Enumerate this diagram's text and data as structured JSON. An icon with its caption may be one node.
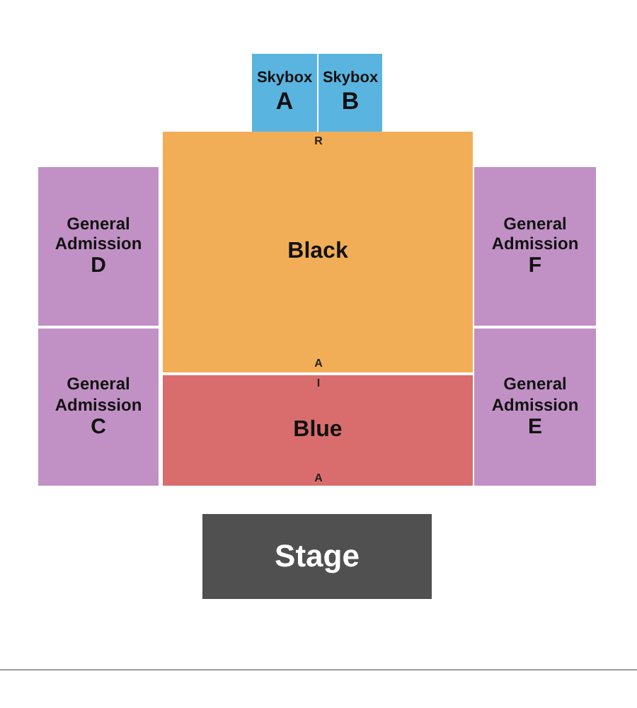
{
  "diagram": {
    "nodes": [
      {
        "text": [
          "Skybox",
          "A"
        ]
      },
      {
        "text": [
          "Skybox",
          "B"
        ]
      },
      {
        "text": [
          "General Admission",
          "D"
        ]
      },
      {
        "text": [
          "Black"
        ]
      },
      {
        "text": [
          "General Admission",
          "F"
        ]
      },
      {
        "text": [
          "General Admission",
          "C"
        ]
      },
      {
        "text": [
          "Blue"
        ]
      },
      {
        "text": [
          "General Admission",
          "E"
        ]
      },
      {
        "text": [
          "Stage"
        ]
      }
    ],
    "labels": [
      "R",
      "A",
      "I",
      "A"
    ]
  }
}
